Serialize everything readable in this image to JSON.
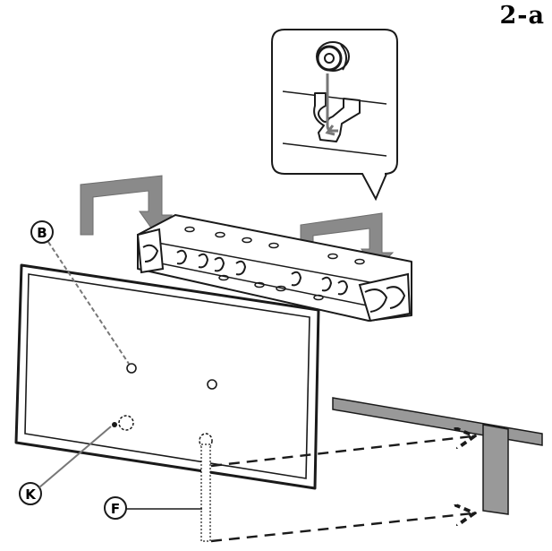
{
  "step": {
    "label": "2-a"
  },
  "parts": [
    {
      "id": "B",
      "letter": "B"
    },
    {
      "id": "K",
      "letter": "K"
    },
    {
      "id": "F",
      "letter": "F"
    }
  ],
  "colors": {
    "line": "#1a1a1a",
    "arrow": "#8a8a8a",
    "stand": "#999999",
    "background": "#ffffff"
  }
}
